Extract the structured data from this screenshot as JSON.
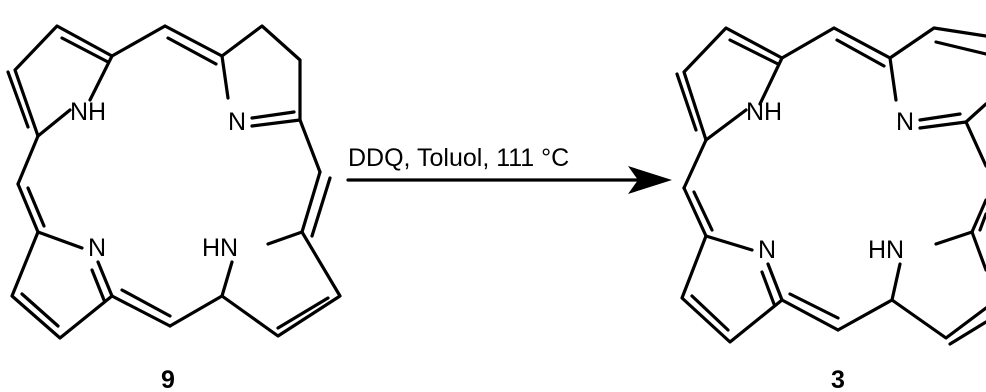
{
  "reaction": {
    "conditions": "DDQ, Toluol, 111 °C",
    "reactant": {
      "label": "9",
      "atoms": {
        "nh_top": "NH",
        "n_top": "N",
        "n_bottom": "N",
        "hn_bottom": "HN"
      }
    },
    "product": {
      "label": "3",
      "atoms": {
        "nh_top": "NH",
        "n_top": "N",
        "n_bottom": "N",
        "hn_bottom": "HN"
      }
    }
  }
}
